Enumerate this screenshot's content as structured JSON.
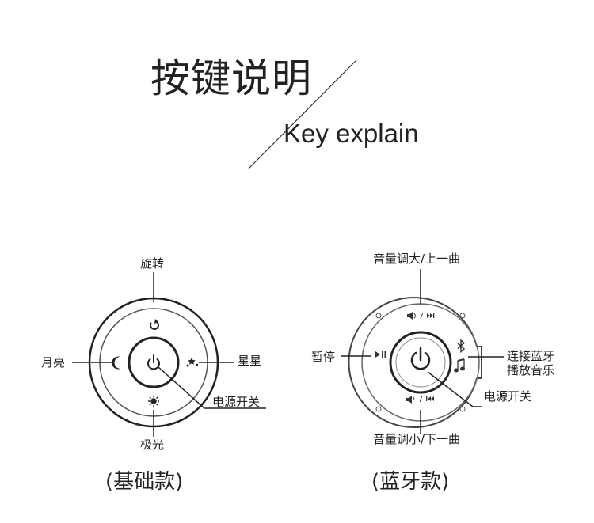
{
  "header": {
    "title": "按键说明",
    "subtitle": "Key explain"
  },
  "basic": {
    "labels": {
      "top": "旋转",
      "left": "月亮",
      "right": "星星",
      "bottom": "极光",
      "power": "电源开关"
    },
    "caption": "(基础款)"
  },
  "bluetooth": {
    "labels": {
      "top": "音量调大/上一曲",
      "bottom": "音量调小/下一曲",
      "left": "暂停",
      "right_line1": "连接蓝牙",
      "right_line2": "播放音乐",
      "power": "电源开关"
    },
    "caption": "(蓝牙款)"
  },
  "colors": {
    "line": "#222222",
    "ring": "#555555"
  }
}
